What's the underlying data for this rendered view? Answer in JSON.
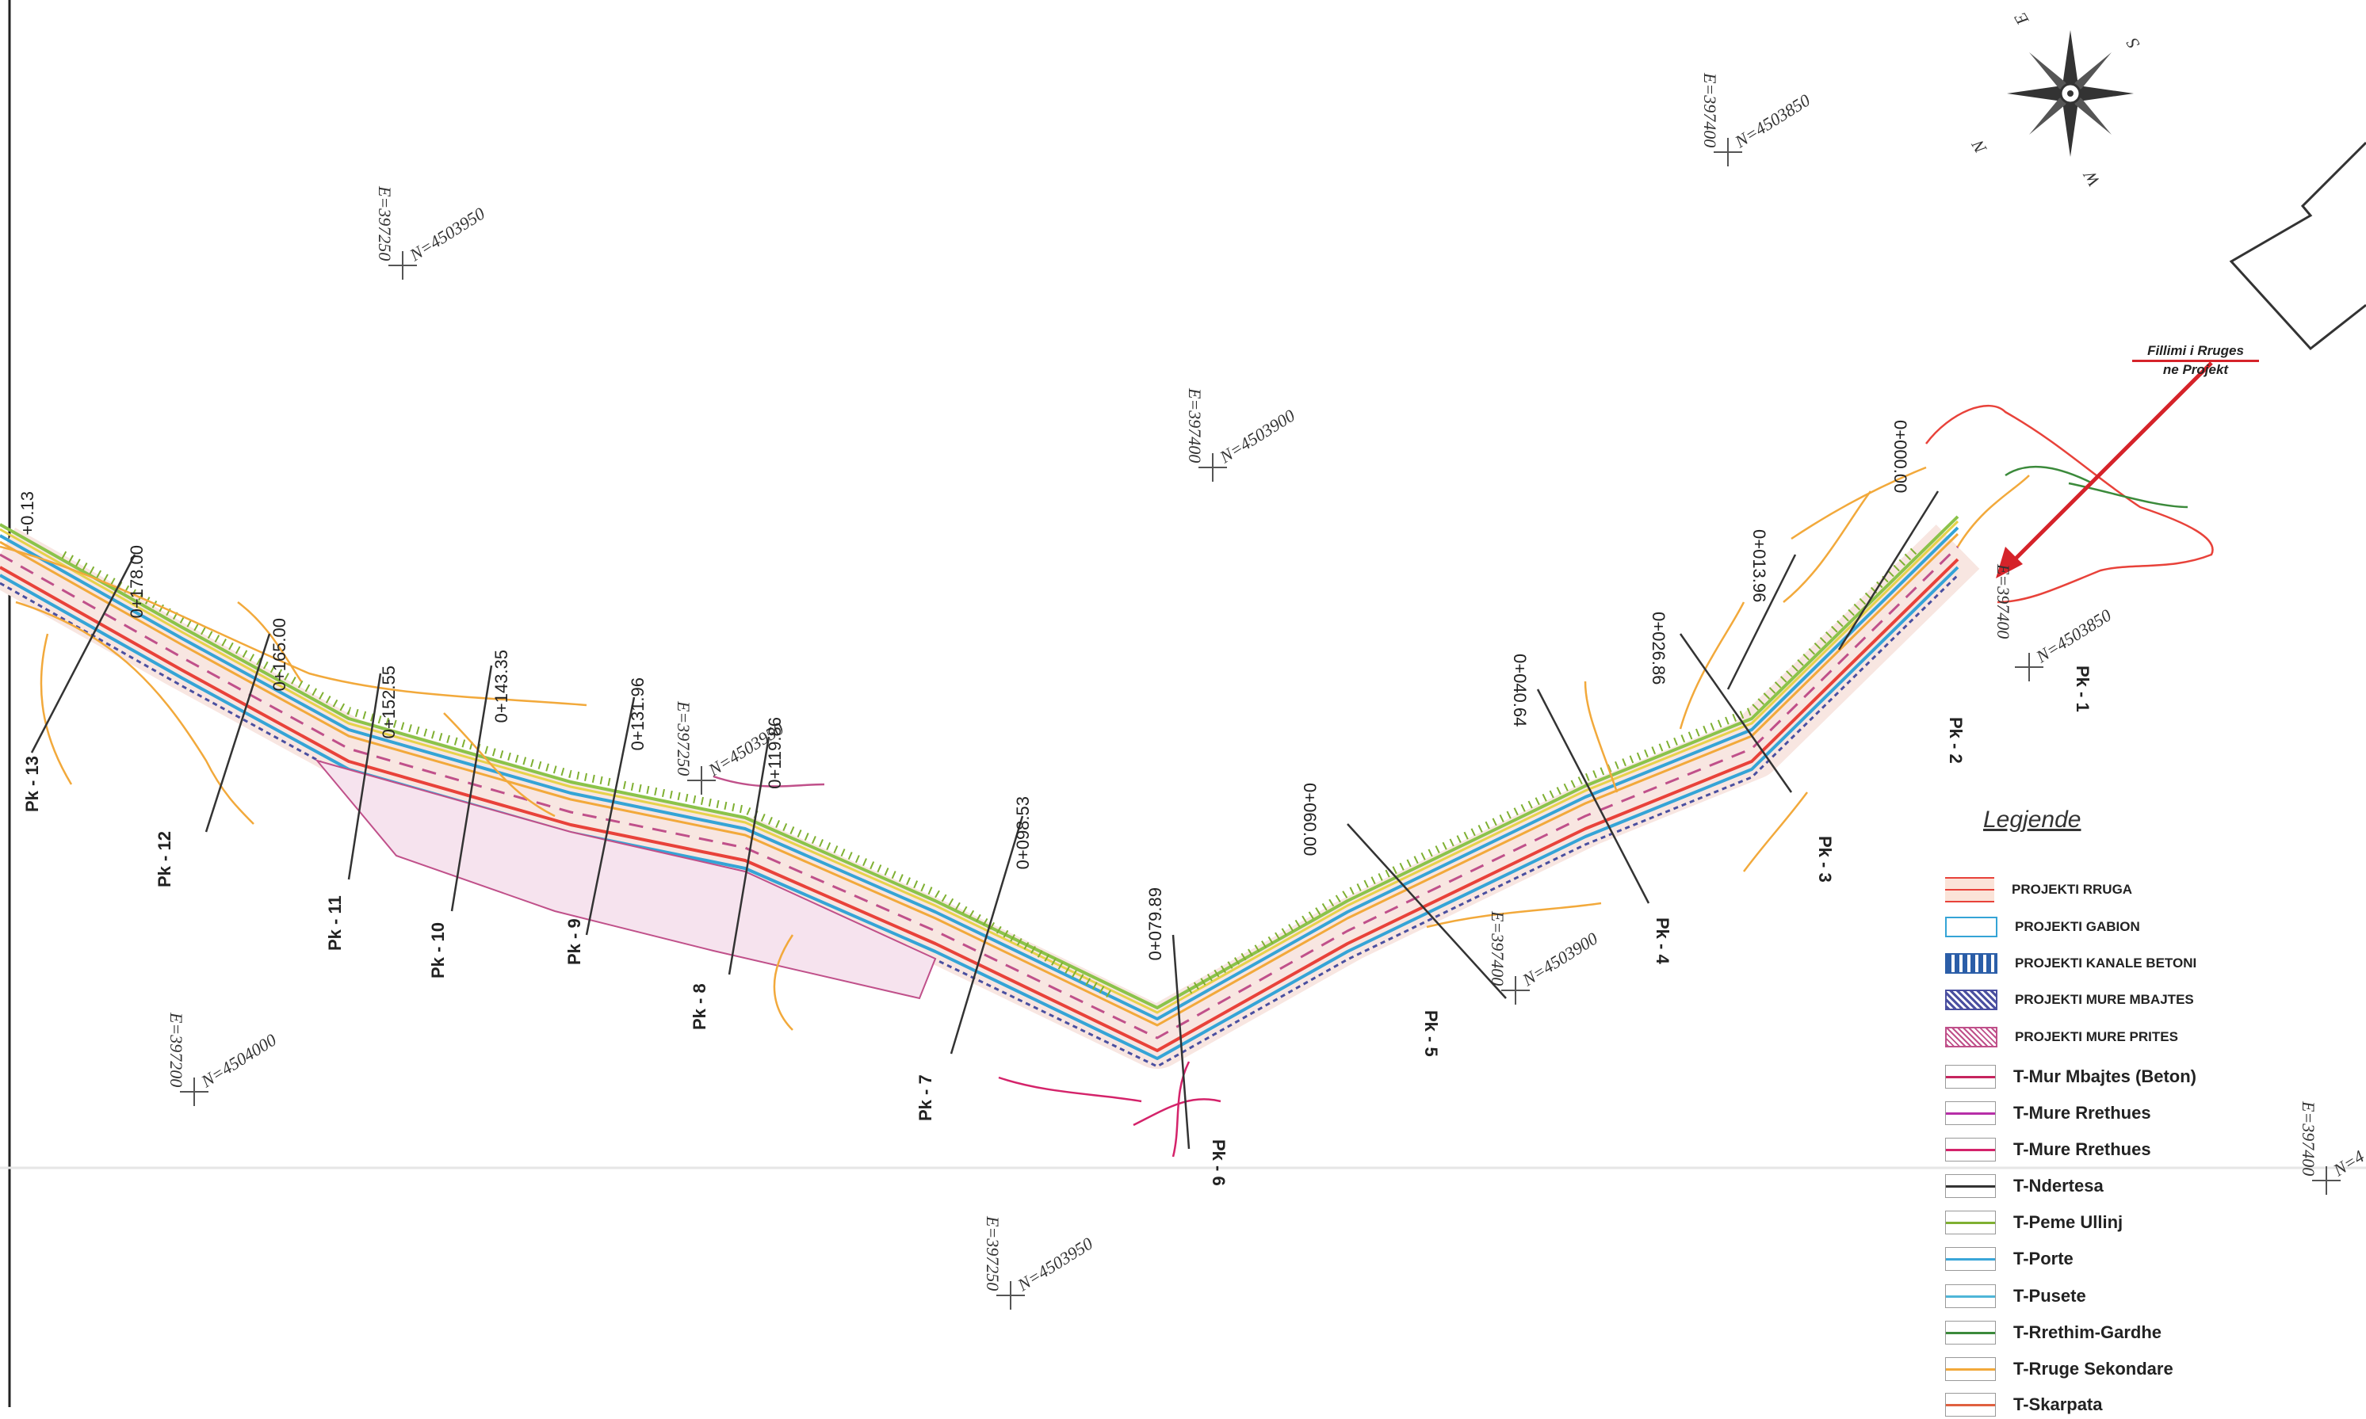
{
  "compass": {
    "n": "N",
    "e": "E",
    "s": "S",
    "w": "W"
  },
  "grid_labels": [
    {
      "easting": "E=397250",
      "northing": "N=4503950"
    },
    {
      "easting": "E=397400",
      "northing": "N=4503850"
    },
    {
      "easting": "E=397400",
      "northing": "N=4503900"
    },
    {
      "easting": "E=397250",
      "northing": "N=4503950"
    },
    {
      "easting": "E=397400",
      "northing": "N=4503900"
    },
    {
      "easting": "E=397200",
      "northing": "N=4504000"
    },
    {
      "easting": "E=397250",
      "northing": "N=4503950"
    },
    {
      "easting": "E=397400",
      "northing": "N=4503850"
    },
    {
      "easting": "E=397400",
      "northing": "N=4"
    }
  ],
  "stations": [
    "0+000.00",
    "0+013.96",
    "0+026.86",
    "0+040.64",
    "0+060.00",
    "0+079.89",
    "0+098.53",
    "0+119.86",
    "0+131.96",
    "0+143.35",
    "0+152.55",
    "0+165.00",
    "0+178.00"
  ],
  "edge_label": "+0.13",
  "profiles": [
    "Pk - 2",
    "Pk - 3",
    "Pk - 4",
    "Pk - 5",
    "Pk - 6",
    "Pk - 7",
    "Pk - 8",
    "Pk - 9",
    "Pk - 10",
    "Pk - 11",
    "Pk - 12",
    "Pk - 13",
    "Pk - 1"
  ],
  "annotation": {
    "line1": "Fillimi i Rruges",
    "line2": "ne Projekt"
  },
  "legend": {
    "title": "Legjende",
    "items": [
      {
        "label": "PROJEKTI RRUGA",
        "color": "#e8423a"
      },
      {
        "label": "PROJEKTI GABION",
        "color": "#35a4d6"
      },
      {
        "label": "PROJEKTI KANALE BETONI",
        "color": "#2b5ea8"
      },
      {
        "label": "PROJEKTI MURE MBAJTES",
        "color": "#4a4fa0"
      },
      {
        "label": "PROJEKTI MURE PRITES",
        "color": "#c0508a"
      },
      {
        "label": "T-Mur Mbajtes (Beton)",
        "color": "#c6245e"
      },
      {
        "label": "T-Mure Rrethues",
        "color": "#b72fa8"
      },
      {
        "label": "T-Mure Rrethues",
        "color": "#d4236a"
      },
      {
        "label": "T-Ndertesa",
        "color": "#333333"
      },
      {
        "label": "T-Peme Ullinj",
        "color": "#7fb032"
      },
      {
        "label": "T-Porte",
        "color": "#3aa6d8"
      },
      {
        "label": "T-Pusete",
        "color": "#4fb6d8"
      },
      {
        "label": "T-Rrethim-Gardhe",
        "color": "#3b8a3b"
      },
      {
        "label": "T-Rruge Sekondare",
        "color": "#f2a93b"
      },
      {
        "label": "T-Skarpata",
        "color": "#e06040"
      }
    ]
  }
}
